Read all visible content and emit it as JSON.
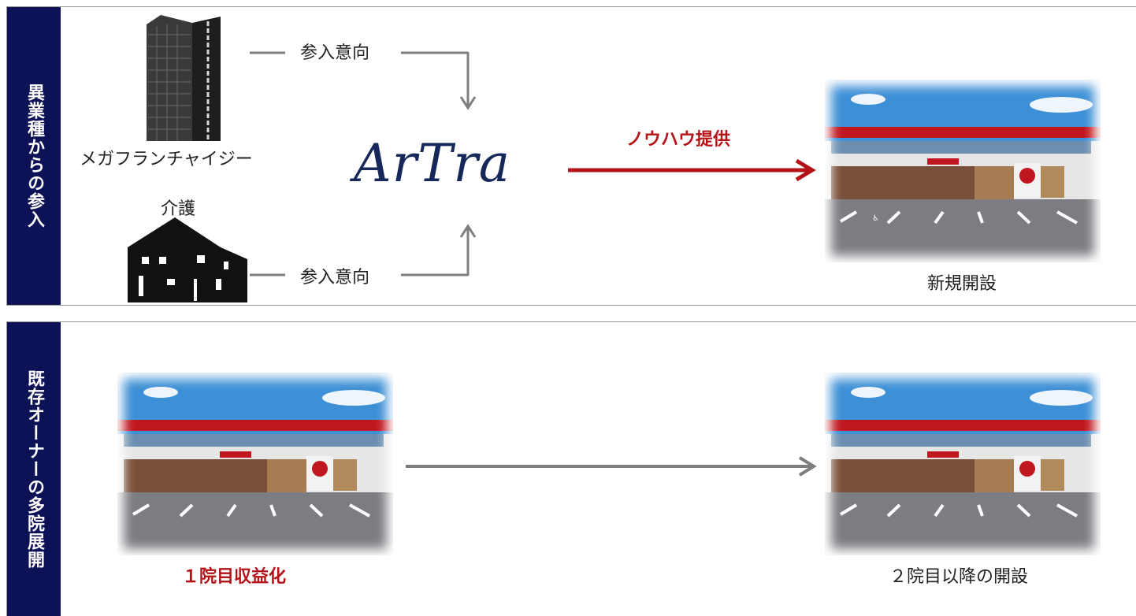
{
  "panels": {
    "top": {
      "side_label": "異業種からの参入",
      "sources": [
        {
          "label": "メガフランチャイジー",
          "flow_label": "参入意向"
        },
        {
          "label": "介護",
          "flow_label": "参入意向"
        }
      ],
      "hub_logo": "ArTra",
      "arrow_label": "ノウハウ提供",
      "result_caption": "新規開設"
    },
    "bottom": {
      "side_label": "既存オーナーの多院展開",
      "start_caption": "１院目収益化",
      "end_caption": "２院目以降の開設"
    }
  },
  "colors": {
    "label_bg": "#0d1257",
    "accent_red": "#b31217",
    "connector_gray": "#7f7f7f",
    "logo_navy": "#16285a"
  },
  "icons": [
    "office-building-icon",
    "house-icon",
    "clinic-storefront-photo"
  ]
}
